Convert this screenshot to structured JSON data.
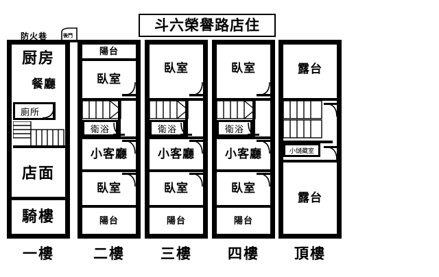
{
  "title": "斗六榮譽路店住",
  "annotations": {
    "fire_alley": "防火巷",
    "back_door": "後門"
  },
  "floors": [
    {
      "id": "floor-1",
      "label": "一樓",
      "rooms": [
        {
          "name": "kitchen",
          "label": "厨房"
        },
        {
          "name": "dining",
          "label": "餐廳"
        },
        {
          "name": "toilet",
          "label": "廁所"
        },
        {
          "name": "storefront",
          "label": "店面"
        },
        {
          "name": "arcade",
          "label": "騎樓"
        }
      ]
    },
    {
      "id": "floor-2",
      "label": "二樓",
      "rooms": [
        {
          "name": "balcony-top",
          "label": "陽台"
        },
        {
          "name": "bedroom-top",
          "label": "臥室"
        },
        {
          "name": "bathroom",
          "label": "衛浴"
        },
        {
          "name": "living",
          "label": "小客廳"
        },
        {
          "name": "bedroom-bot",
          "label": "臥室"
        },
        {
          "name": "balcony-bot",
          "label": "陽台"
        }
      ]
    },
    {
      "id": "floor-3",
      "label": "三樓",
      "rooms": [
        {
          "name": "bedroom-top",
          "label": "臥室"
        },
        {
          "name": "bathroom",
          "label": "衛浴"
        },
        {
          "name": "living",
          "label": "小客廳"
        },
        {
          "name": "bedroom-bot",
          "label": "臥室"
        },
        {
          "name": "balcony-bot",
          "label": "陽台"
        }
      ]
    },
    {
      "id": "floor-4",
      "label": "四樓",
      "rooms": [
        {
          "name": "bedroom-top",
          "label": "臥室"
        },
        {
          "name": "bathroom",
          "label": "衛浴"
        },
        {
          "name": "living",
          "label": "小客廳"
        },
        {
          "name": "bedroom-bot",
          "label": "臥室"
        },
        {
          "name": "balcony-bot",
          "label": "陽台"
        }
      ]
    },
    {
      "id": "floor-top",
      "label": "頂樓",
      "rooms": [
        {
          "name": "terrace-top",
          "label": "露台"
        },
        {
          "name": "storage",
          "label": "小儲藏室"
        },
        {
          "name": "terrace-bot",
          "label": "露台"
        }
      ]
    }
  ],
  "colors": {
    "ink": "#000000",
    "paper": "#ffffff"
  }
}
